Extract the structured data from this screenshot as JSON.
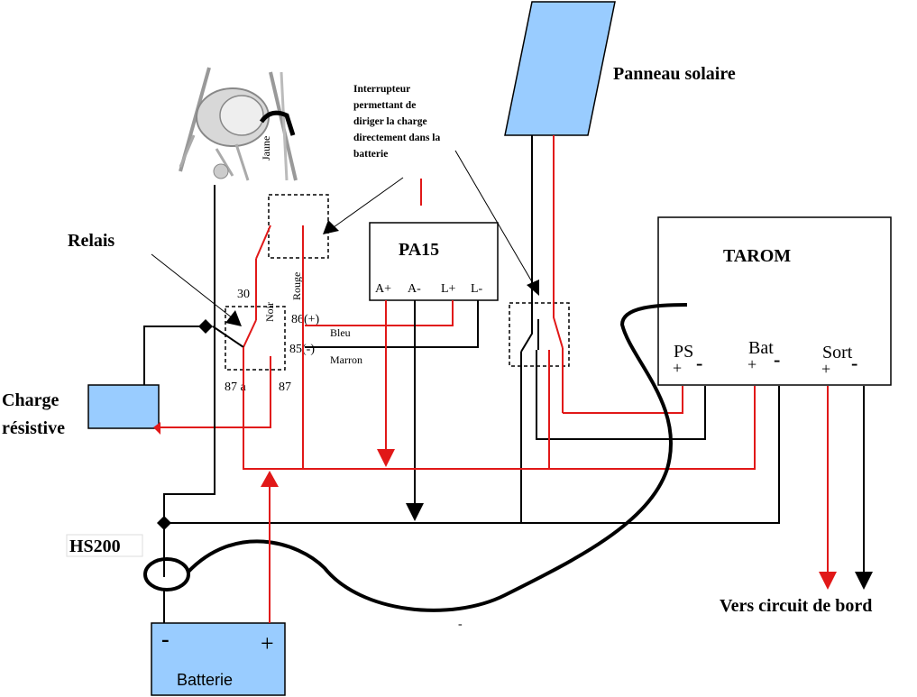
{
  "labels": {
    "panneau": "Panneau solaire",
    "interrupteur": [
      "Interrupteur",
      "permettant de",
      "diriger la charge",
      "directement dans la",
      "batterie"
    ],
    "relais": "Relais",
    "charge1": "Charge",
    "charge2": "résistive",
    "hs200": "HS200",
    "batterie": "Batterie",
    "batt_minus": "-",
    "batt_plus": "+",
    "pa15": "PA15",
    "pa15_terms": [
      "A+",
      "A-",
      "L+",
      "L-"
    ],
    "tarom": "TAROM",
    "tarom_ps": "PS",
    "tarom_bat": "Bat",
    "tarom_sort": "Sort",
    "plus": "+",
    "minus": "-",
    "vers": "Vers circuit de bord",
    "r30": "30",
    "r87a": "87 a",
    "r87": "87",
    "r86": "86(+)",
    "r85": "85(-)",
    "bleu": "Bleu",
    "marron": "Marron",
    "noir": "Noir",
    "rouge": "Rouge",
    "jaune": "Jaune",
    "dash_mark": "-"
  },
  "colors": {
    "wire_positive": "#e11818",
    "wire_negative": "#000000",
    "component_fill": "#99ccff"
  },
  "icons": [
    "solar-panel-icon",
    "wind-generator-icon",
    "battery-icon",
    "resistive-load-icon",
    "current-sensor-icon"
  ]
}
